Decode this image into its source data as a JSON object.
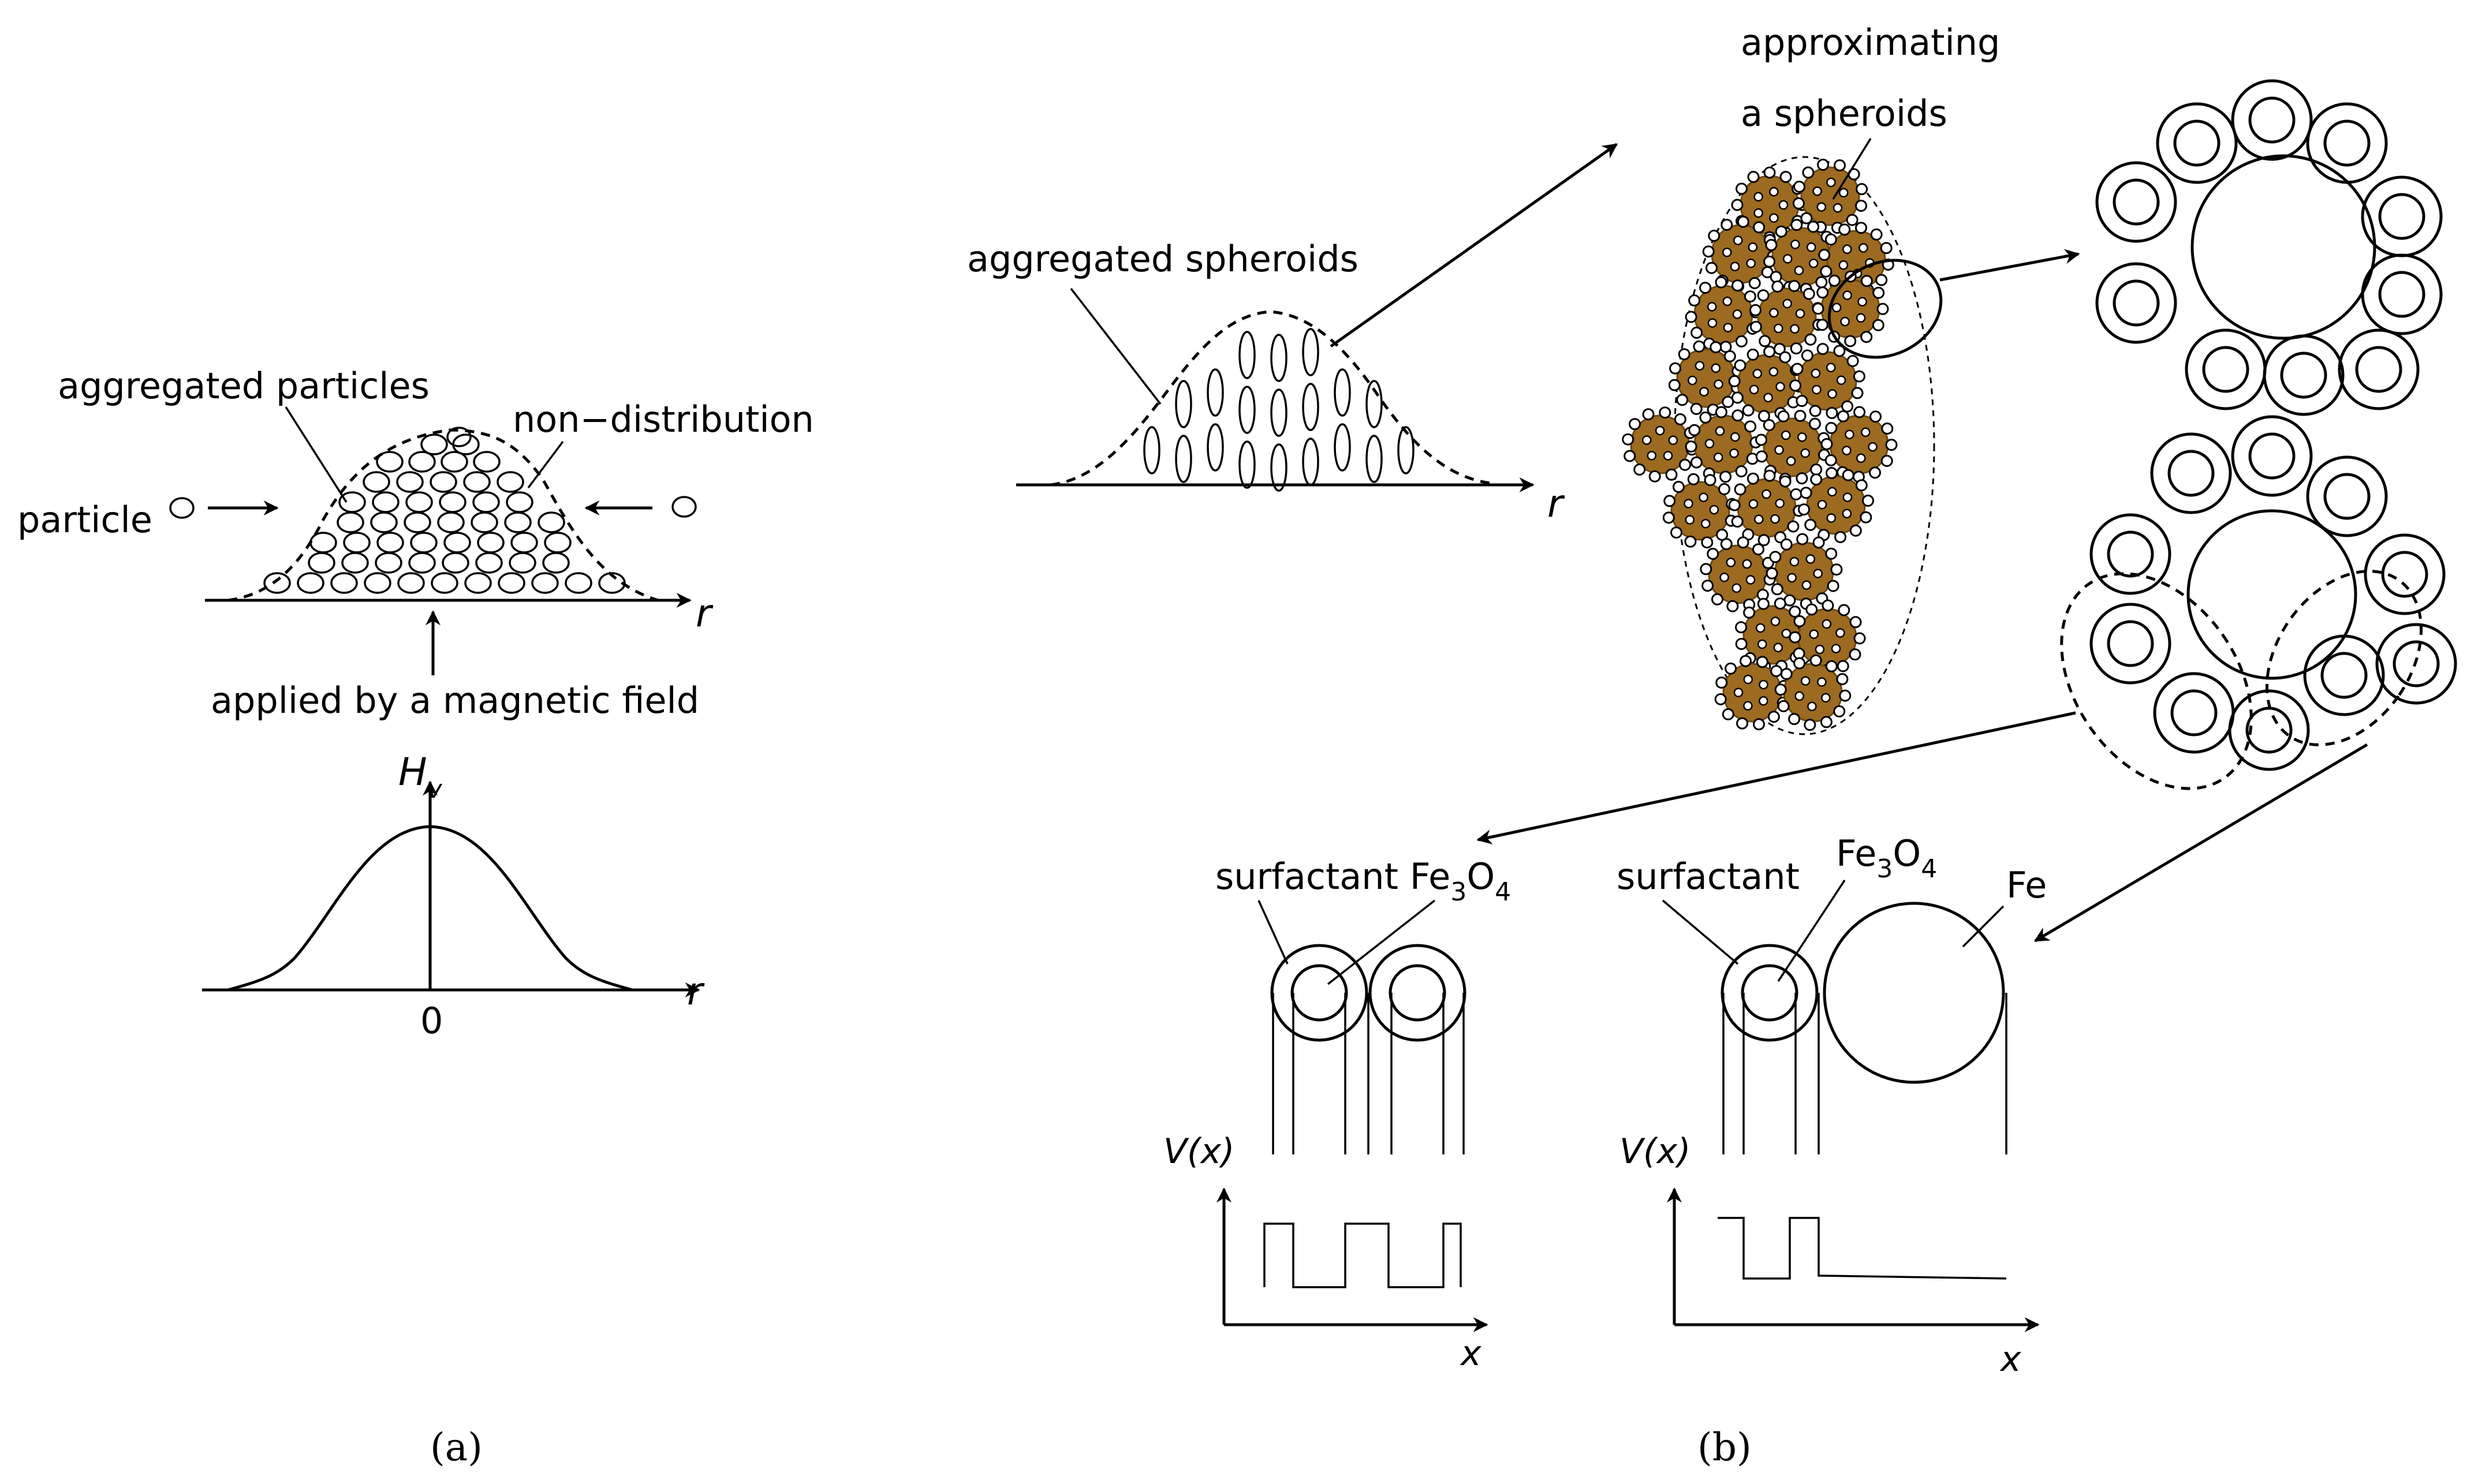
{
  "colors": {
    "ink": "#000000",
    "background": "#ffffff",
    "spheroid_fill": "#9c6a20",
    "spheroid_fill_dark": "#6e4810"
  },
  "panel_a": {
    "label_aggregated": "aggregated particles",
    "label_non_distribution": "non−distribution",
    "label_particle": "particle",
    "label_r_top": "r",
    "label_applied": "applied by a magnetic field",
    "label_hv": "H",
    "label_hv_sub": "v",
    "label_r_bottom": "r",
    "label_zero": "0",
    "panel_label": "(a)"
  },
  "panel_b": {
    "label_aggregated_spheroids": "aggregated spheroids",
    "label_r": "r",
    "label_approx_1": "approximating",
    "label_approx_2": "a spheroids",
    "left": {
      "surfactant": "surfactant",
      "fe": "Fe",
      "sub3": "3",
      "o": "O",
      "sub4": "4",
      "vx": "V(x)",
      "x": "x"
    },
    "right": {
      "surfactant": "surfactant",
      "fe": "Fe",
      "sub3": "3",
      "o": "O",
      "sub4": "4",
      "fe_label": "Fe",
      "vx": "V(x)",
      "x": "x"
    },
    "panel_label": "(b)"
  }
}
